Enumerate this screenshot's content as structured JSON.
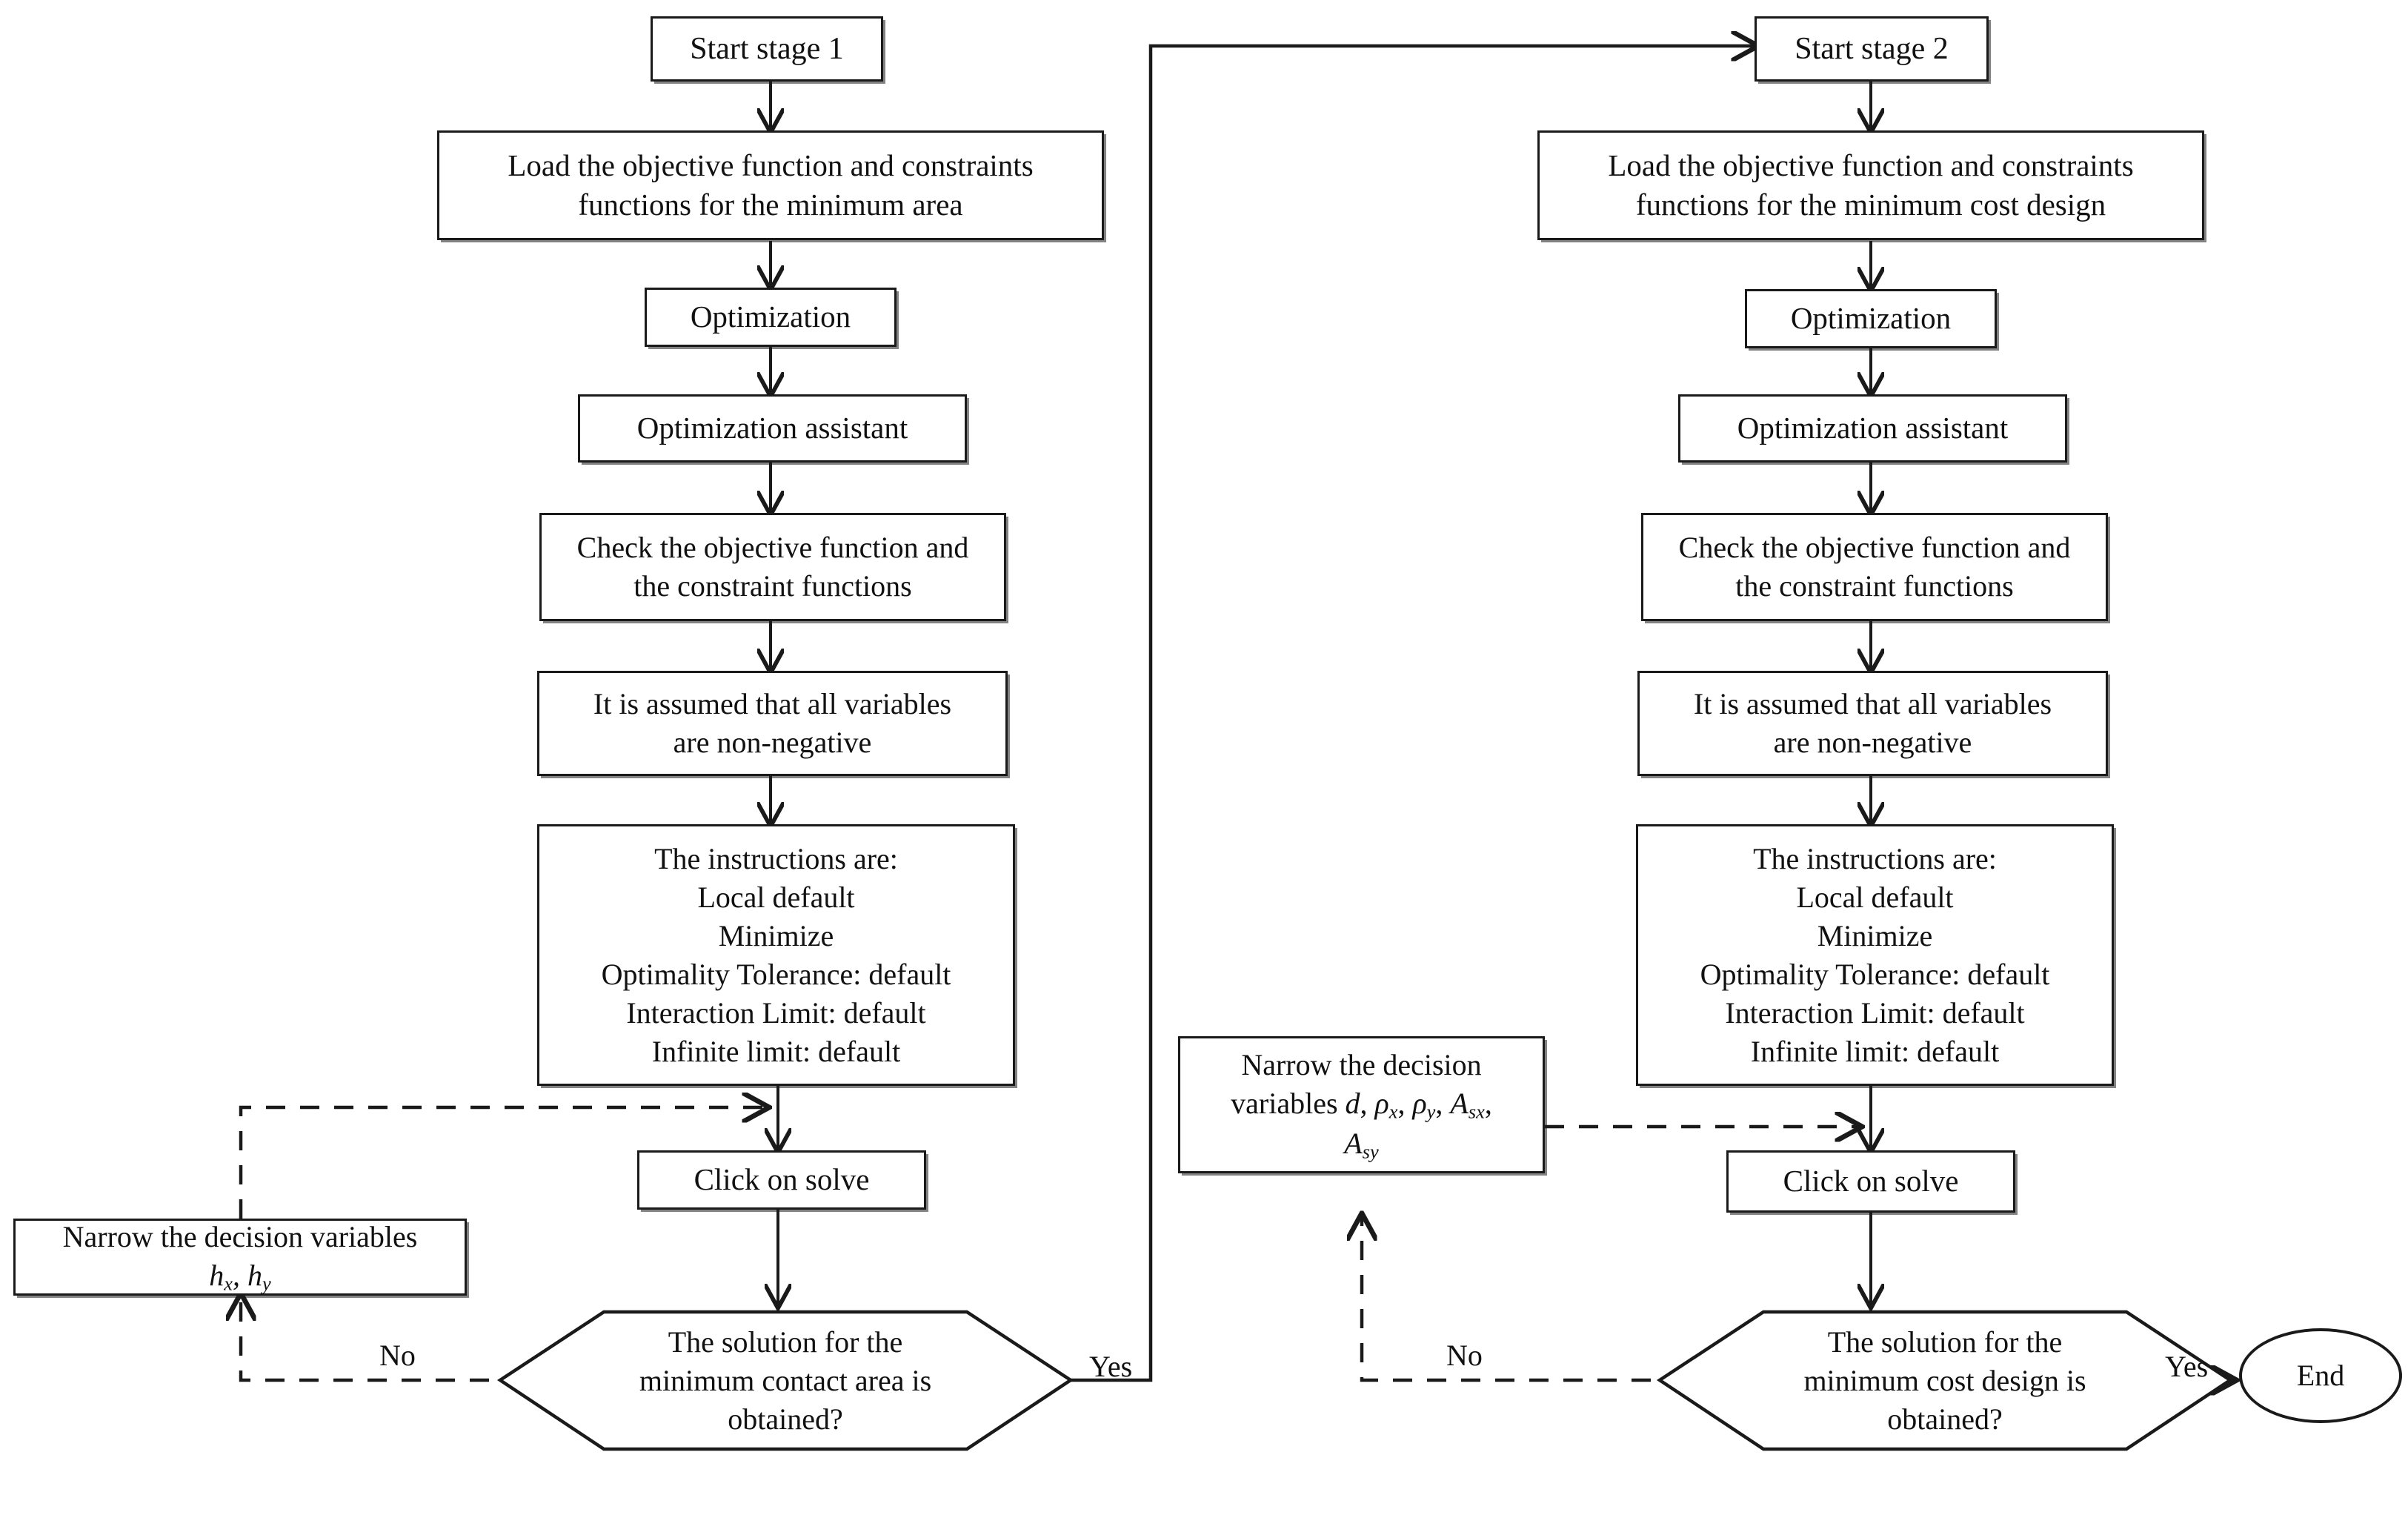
{
  "diagram": {
    "title": "Two-stage optimization procedure flowchart",
    "stroke_color": "#1a1a1a",
    "background_color": "#ffffff",
    "text_color": "#111111"
  },
  "stage1": {
    "start": "Start stage 1",
    "load": "Load the objective function and constraints\nfunctions for the minimum area",
    "optimization": "Optimization",
    "assistant": "Optimization assistant",
    "check": "Check the objective function and\nthe constraint functions",
    "assumed": "It is assumed that all variables\nare non-negative",
    "instructions_title": "The instructions are:",
    "instructions": [
      "Local default",
      "Minimize",
      "Optimality Tolerance: default",
      "Interaction Limit: default",
      "Infinite limit: default"
    ],
    "solve": "Click on solve",
    "decision": "The solution for the\nminimum contact area is\nobtained?",
    "yes_label": "Yes",
    "no_label": "No",
    "narrow_line1": "Narrow the decision variables",
    "narrow_vars": "hx, hy"
  },
  "stage2": {
    "start": "Start stage 2",
    "load": "Load the objective function and constraints\nfunctions for the minimum cost design",
    "optimization": "Optimization",
    "assistant": "Optimization assistant",
    "check": "Check the objective function and\nthe constraint functions",
    "assumed": "It is assumed that all variables\nare non-negative",
    "instructions_title": "The instructions are:",
    "instructions": [
      "Local default",
      "Minimize",
      "Optimality Tolerance: default",
      "Interaction Limit: default",
      "Infinite limit: default"
    ],
    "solve": "Click on solve",
    "decision": "The solution for the\nminimum cost design is\nobtained?",
    "yes_label": "Yes",
    "no_label": "No",
    "narrow_line1": "Narrow the decision",
    "narrow_line2": "variables d, ρx, ρy, Asx,",
    "narrow_line3": "Asy",
    "end": "End"
  }
}
